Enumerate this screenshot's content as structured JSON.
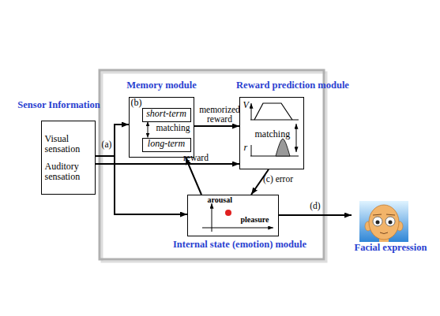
{
  "diagram": {
    "nodes": [
      {
        "text": [
          "Sensor Information",
          "Visual sensation",
          "Auditory sensation"
        ]
      },
      {
        "text": [
          "Memory module",
          "(b)"
        ]
      },
      {
        "text": [
          "short-term"
        ],
        "in": 1
      },
      {
        "text": [
          "long-term"
        ],
        "in": 1
      },
      {
        "text": [
          "Reward prediction module",
          "V",
          "matching",
          "r"
        ]
      },
      {
        "text": [
          "arousal",
          "pleasure",
          "Internal state (emotion) module"
        ]
      },
      {
        "text": [
          "Facial expression"
        ]
      }
    ],
    "edges": [
      {
        "from": 0,
        "to": 1,
        "arrow": "to",
        "label": "(a)"
      },
      {
        "from": 0,
        "to": 5,
        "arrow": "to"
      },
      {
        "from": 0,
        "to": 4,
        "arrow": "to",
        "label": "reward"
      },
      {
        "from": 1,
        "to": 4,
        "arrow": "to",
        "label": "memorized reward"
      },
      {
        "from": 4,
        "to": 5,
        "arrow": "to",
        "label": "(c) error"
      },
      {
        "from": 5,
        "to": 1,
        "arrow": "to"
      },
      {
        "from": 5,
        "to": 6,
        "arrow": "to",
        "label": "(d)"
      },
      {
        "from": 2,
        "to": 3,
        "arrow": "both",
        "label": "matching"
      }
    ]
  }
}
